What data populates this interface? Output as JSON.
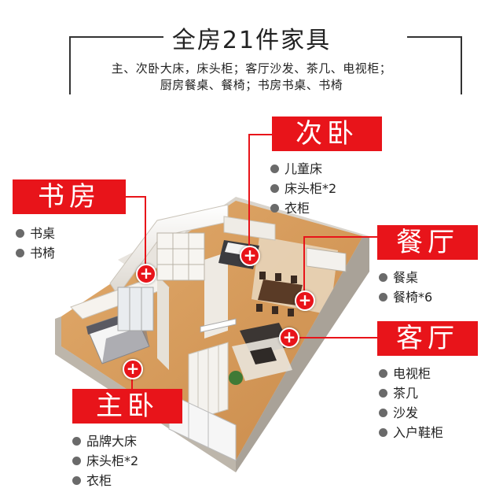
{
  "header": {
    "title": "全房21件家具",
    "desc_line1": "主、次卧大床，床头柜；客厅沙发、茶几、电视柜；",
    "desc_line2": "厨房餐桌、餐椅；书房书桌、书椅"
  },
  "colors": {
    "accent": "#e8141a",
    "bullet": "#6a6a6a",
    "floor_wood": "#d79a5a",
    "wall": "#f4f1ec"
  },
  "rooms": {
    "secondary_bedroom": {
      "label": "次卧",
      "items": [
        "儿童床",
        "床头柜*2",
        "衣柜"
      ]
    },
    "study": {
      "label": "书房",
      "items": [
        "书桌",
        "书椅"
      ]
    },
    "dining": {
      "label": "餐厅",
      "items": [
        "餐桌",
        "餐椅*6"
      ]
    },
    "living": {
      "label": "客厅",
      "items": [
        "电视柜",
        "茶几",
        "沙发",
        "入户鞋柜"
      ]
    },
    "master_bedroom": {
      "label": "主卧",
      "items": [
        "品牌大床",
        "床头柜*2",
        "衣柜"
      ]
    }
  },
  "icons": {
    "hotspot": "plus-icon",
    "bullet": "bullet-icon"
  }
}
